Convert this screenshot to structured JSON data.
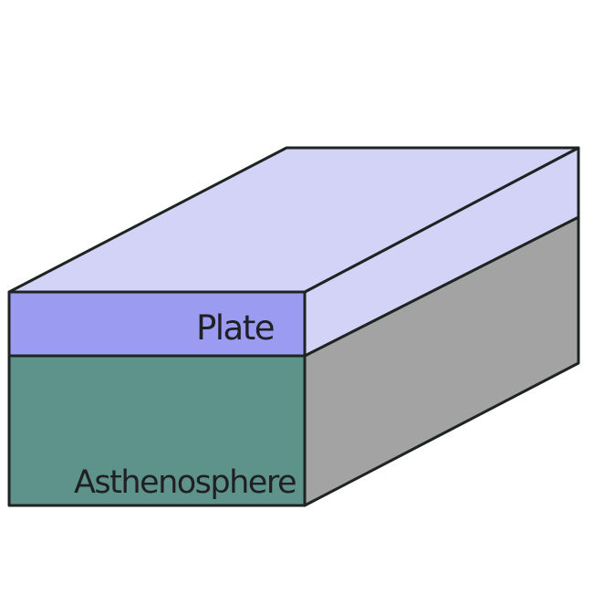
{
  "diagram": {
    "layers": [
      {
        "id": "plate",
        "label": "Plate",
        "colors": {
          "front": "#9b9bf2",
          "top": "#d3d3f7",
          "side": "#d3d3f7"
        }
      },
      {
        "id": "asthenosphere",
        "label": "Asthenosphere",
        "colors": {
          "front": "#5e938c",
          "side": "#a3a3a3"
        }
      }
    ],
    "outline_color": "#1e2422"
  }
}
